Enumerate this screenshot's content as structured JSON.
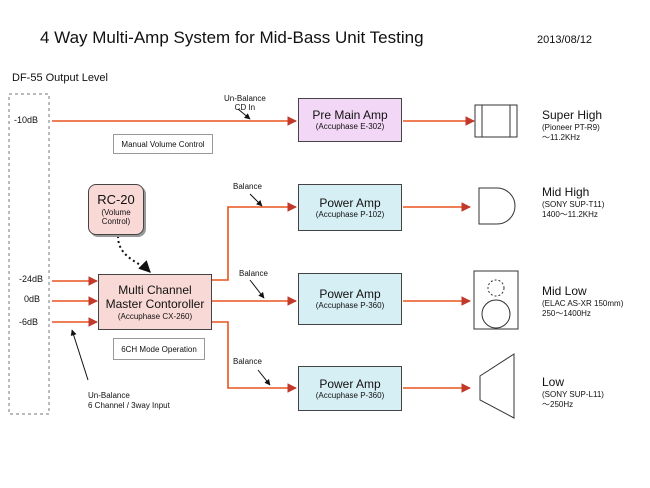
{
  "title": "4 Way Multi-Amp System for Mid-Bass Unit Testing",
  "date": "2013/08/12",
  "output_level": {
    "label": "DF-55 Output Level",
    "levels": [
      "-10dB",
      "-24dB",
      "0dB",
      "-6dB"
    ]
  },
  "input_notes": {
    "cd_in": "Un-Balance\nCD In",
    "multi_in_1": "Un-Balance",
    "multi_in_2": "6 Channel / 3way Input",
    "manual_volume": "Manual Volume Control",
    "mode": "6CH Mode Operation",
    "balance": "Balance"
  },
  "rc20": {
    "name": "RC-20",
    "desc": "(Volume\nControl)"
  },
  "controller": {
    "name": "Multi Channel\nMaster Contoroller",
    "model": "(Accuphase CX-260)"
  },
  "amps": [
    {
      "name": "Pre Main Amp",
      "model": "(Accuphase E-302)"
    },
    {
      "name": "Power Amp",
      "model": "(Accuphase P-102)"
    },
    {
      "name": "Power Amp",
      "model": "(Accuphase P-360)"
    },
    {
      "name": "Power Amp",
      "model": "(Accuphase P-360)"
    }
  ],
  "speakers": [
    {
      "band": "Super High",
      "unit": "(Pioneer PT-R9)",
      "range": "～11.2KHz"
    },
    {
      "band": "Mid High",
      "unit": "(SONY SUP-T11)",
      "range": "1400～11.2KHz"
    },
    {
      "band": "Mid Low",
      "unit": "(ELAC AS-XR 150mm)",
      "range": "250～1400Hz"
    },
    {
      "band": "Low",
      "unit": "(SONY SUP-L11)",
      "range": "～250Hz"
    }
  ],
  "colors": {
    "signal_line": "#e8531f",
    "pre_amp_fill": "#f3d7f6",
    "power_amp_fill": "#d6eff4",
    "controller_fill": "#f9d9d6"
  }
}
